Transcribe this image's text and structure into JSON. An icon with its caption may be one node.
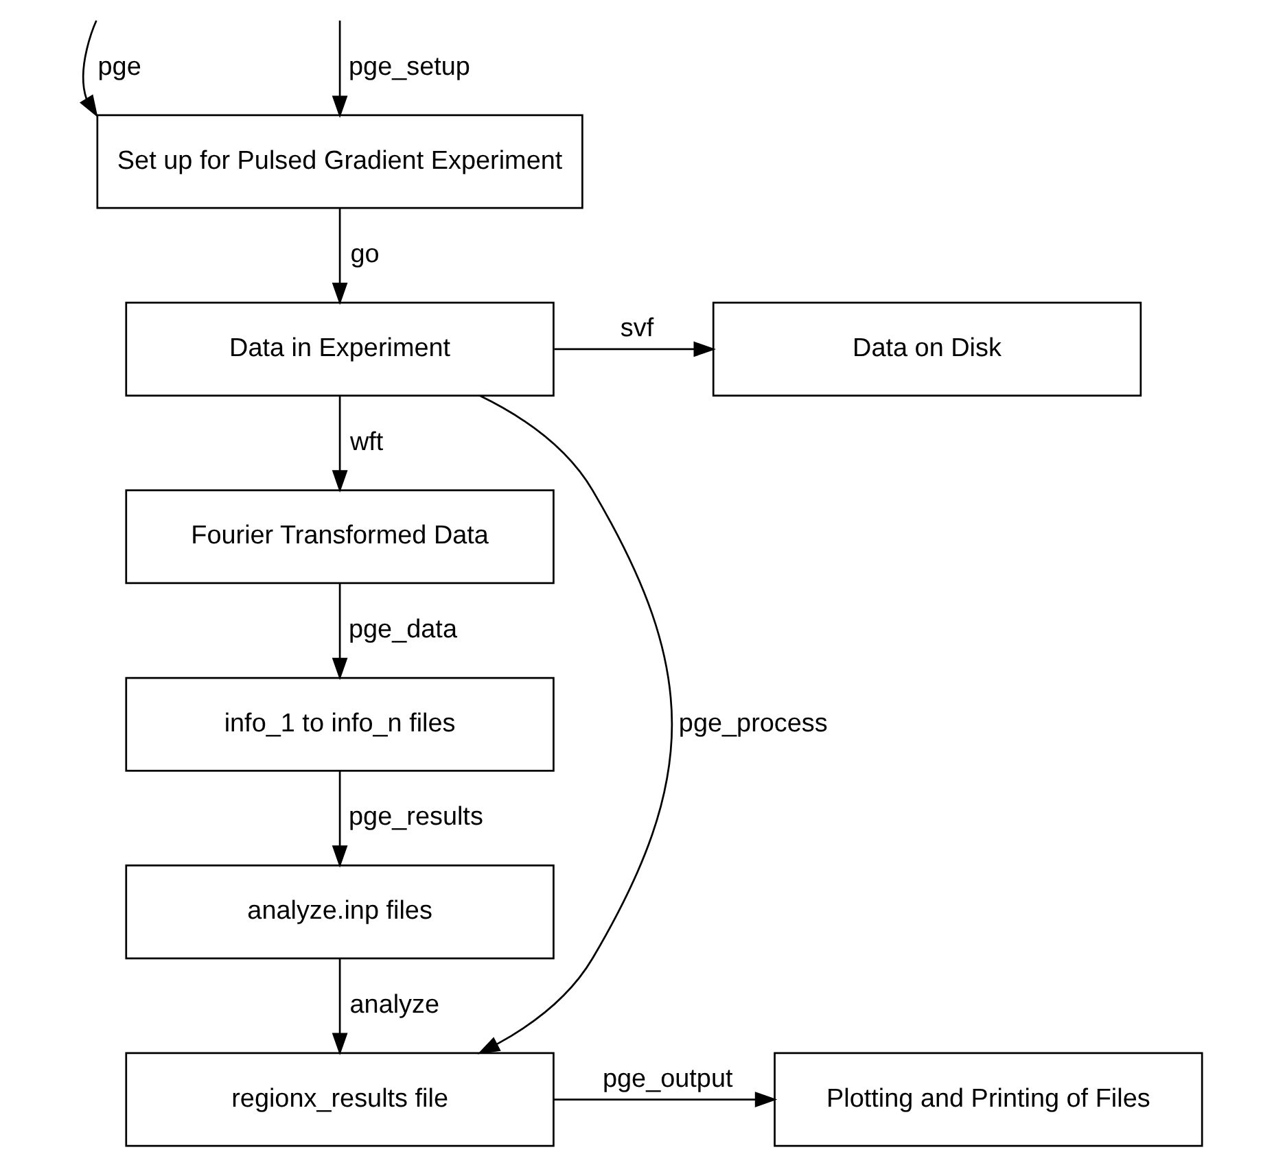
{
  "diagram": {
    "nodes": [
      {
        "text": [
          "Set up for Pulsed Gradient Experiment"
        ]
      },
      {
        "text": [
          "Data in Experiment"
        ]
      },
      {
        "text": [
          "Data on Disk"
        ]
      },
      {
        "text": [
          "Fourier Transformed Data"
        ]
      },
      {
        "text": [
          "info_1 to info_n files"
        ]
      },
      {
        "text": [
          "analyze.inp files"
        ]
      },
      {
        "text": [
          "regionx_results file"
        ]
      },
      {
        "text": [
          "Plotting and Printing of Files"
        ]
      }
    ],
    "edges": [
      {
        "from": null,
        "to": 0,
        "arrow": "to",
        "label": "pge"
      },
      {
        "from": null,
        "to": 0,
        "arrow": "to",
        "label": "pge_setup"
      },
      {
        "from": 0,
        "to": 1,
        "arrow": "to",
        "label": "go"
      },
      {
        "from": 1,
        "to": 2,
        "arrow": "to",
        "label": "svf"
      },
      {
        "from": 1,
        "to": 3,
        "arrow": "to",
        "label": "wft"
      },
      {
        "from": 3,
        "to": 4,
        "arrow": "to",
        "label": "pge_data"
      },
      {
        "from": 4,
        "to": 5,
        "arrow": "to",
        "label": "pge_results"
      },
      {
        "from": 5,
        "to": 6,
        "arrow": "to",
        "label": "analyze"
      },
      {
        "from": 1,
        "to": 6,
        "arrow": "to",
        "label": "pge_process"
      },
      {
        "from": 6,
        "to": 7,
        "arrow": "to",
        "label": "pge_output"
      }
    ]
  }
}
